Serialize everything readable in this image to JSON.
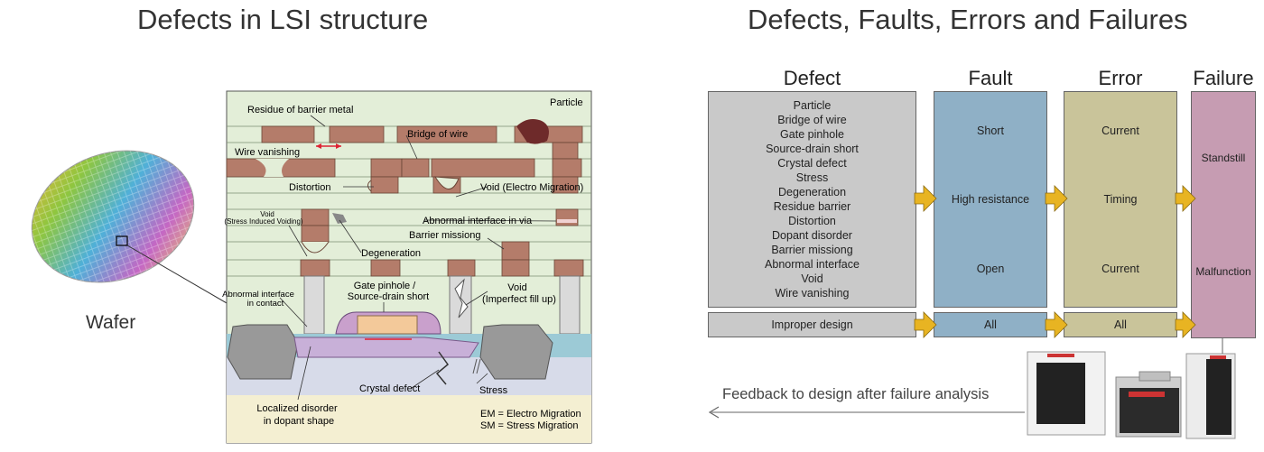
{
  "left": {
    "title": "Defects in LSI structure",
    "wafer_label": "Wafer",
    "labels": {
      "residue": "Residue of barrier metal",
      "particle": "Particle",
      "bridge": "Bridge of wire",
      "wire_vanishing": "Wire vanishing",
      "distortion": "Distortion",
      "void_em": "Void (Electro Migration)",
      "void_siv_1": "Void",
      "void_siv_2": "(Stress Induced Voiding)",
      "abnormal_via": "Abnormal interface in via",
      "barrier_missing": "Barrier missiong",
      "degeneration": "Degeneration",
      "abnormal_contact_1": "Abnormal interface",
      "abnormal_contact_2": "in contact",
      "gate_pinhole_1": "Gate pinhole /",
      "gate_pinhole_2": "Source-drain short",
      "void_fill_1": "Void",
      "void_fill_2": "(Imperfect fill up)",
      "crystal": "Crystal defect",
      "stress": "Stress",
      "localized_1": "Localized disorder",
      "localized_2": "in dopant shape",
      "em_note": "EM = Electro Migration",
      "sm_note": "SM = Stress Migration"
    }
  },
  "right": {
    "title": "Defects, Faults, Errors and Failures",
    "headers": {
      "defect": "Defect",
      "fault": "Fault",
      "error": "Error",
      "failure": "Failure"
    },
    "defects": [
      "Particle",
      "Bridge of wire",
      "Gate pinhole",
      "Source-drain short",
      "Crystal defect",
      "Stress",
      "Degeneration",
      "Residue barrier",
      "Distortion",
      "Dopant disorder",
      "Barrier missiong",
      "Abnormal interface",
      "Void",
      "Wire vanishing"
    ],
    "faults": [
      "Short",
      "High resistance",
      "Open"
    ],
    "errors": [
      "Current",
      "Timing",
      "Current"
    ],
    "failures": [
      "Standstill",
      "Malfunction"
    ],
    "row2": {
      "defect": "Improper design",
      "fault": "All",
      "error": "All"
    },
    "feedback": "Feedback to design after failure analysis"
  },
  "colors": {
    "defect_box": "#c9c9c9",
    "fault_box": "#8fb0c6",
    "error_box": "#c9c49a",
    "failure_box": "#c69cb2",
    "arrow": "#e8b422",
    "wire": "#b47c6a",
    "dielectric": "#e3eed8"
  }
}
